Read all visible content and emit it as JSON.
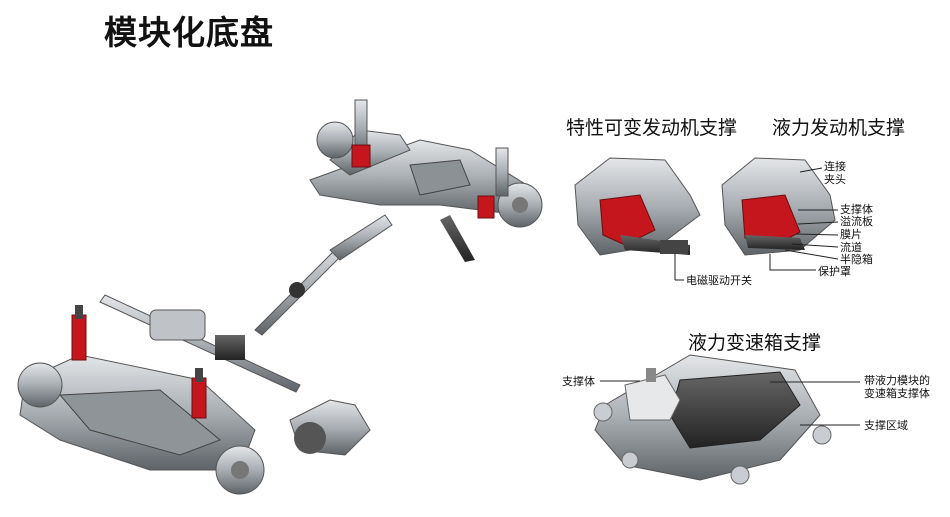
{
  "title": "模块化底盘",
  "section_titles": {
    "variable_mount": "特性可变发动机支撑",
    "hydraulic_mount": "液力发动机支撑",
    "trans_mount": "液力变速箱支撑"
  },
  "variable_mount_labels": {
    "solenoid": "电磁驱动开关"
  },
  "hydraulic_mount_labels": {
    "clip": "连接夹头",
    "support": "支撑体",
    "overflow_plate": "溢流板",
    "diaphragm": "膜片",
    "flow_channel": "流道",
    "bellows": "半隐箱",
    "cover": "保护罩"
  },
  "trans_mount_labels": {
    "support_body": "支撑体",
    "with_module": "带液力模块的变速箱支撑体",
    "support_area": "支撑区域"
  },
  "colors": {
    "red_parts": "#c4161c",
    "metal": "#a6abb0",
    "dark": "#333333"
  }
}
